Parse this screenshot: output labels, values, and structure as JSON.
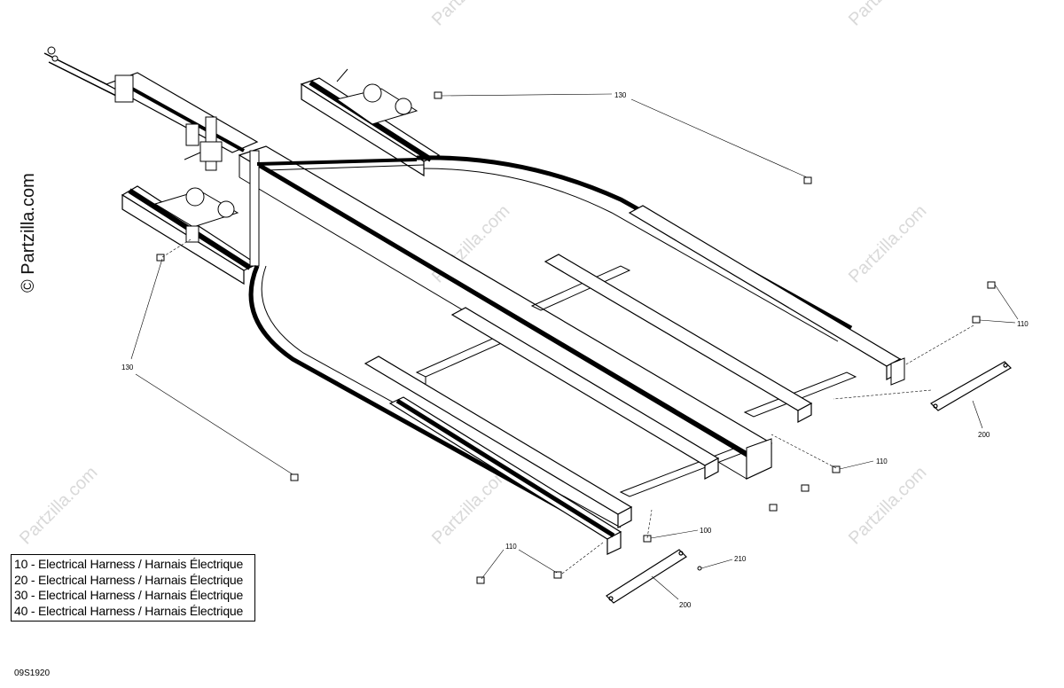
{
  "watermark": {
    "brand": "Partzilla.com",
    "prefix": "©",
    "main": "© Partzilla.com"
  },
  "callouts": [
    "130",
    "130",
    "110",
    "110",
    "110",
    "100",
    "210",
    "200",
    "200"
  ],
  "legend": {
    "rows": [
      "10 - Electrical Harness / Harnais Électrique",
      "20 - Electrical Harness / Harnais Électrique",
      "30 - Electrical Harness / Harnais Électrique",
      "40 - Electrical Harness / Harnais Électrique"
    ]
  },
  "diagram_code": "09S1920"
}
